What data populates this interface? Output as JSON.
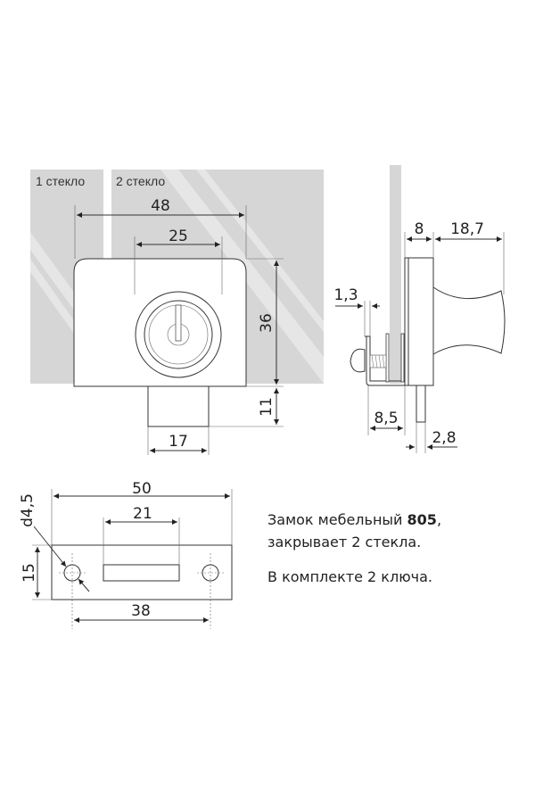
{
  "front_view": {
    "glass_labels": [
      "1 стекло",
      "2 стекло"
    ],
    "dims": {
      "width": "48",
      "cylinder": "25",
      "height": "36",
      "stub_height": "11",
      "stub_width": "17"
    }
  },
  "side_view": {
    "dims": {
      "body": "8",
      "knob": "18,7",
      "bracket": "1,3",
      "gap": "8,5",
      "pin": "2,8"
    }
  },
  "strike_plate": {
    "dims": {
      "width": "50",
      "slot": "21",
      "height": "15",
      "holes": "38",
      "hole_diameter": "d4,5"
    }
  },
  "description": {
    "line1_prefix": "Замок мебельный ",
    "model": "805",
    "line1_suffix": ",",
    "line2": "закрывает 2 стекла.",
    "line3": "В комплекте 2 ключа."
  },
  "colors": {
    "glass": "#d6d6d6",
    "line": "#333333"
  }
}
